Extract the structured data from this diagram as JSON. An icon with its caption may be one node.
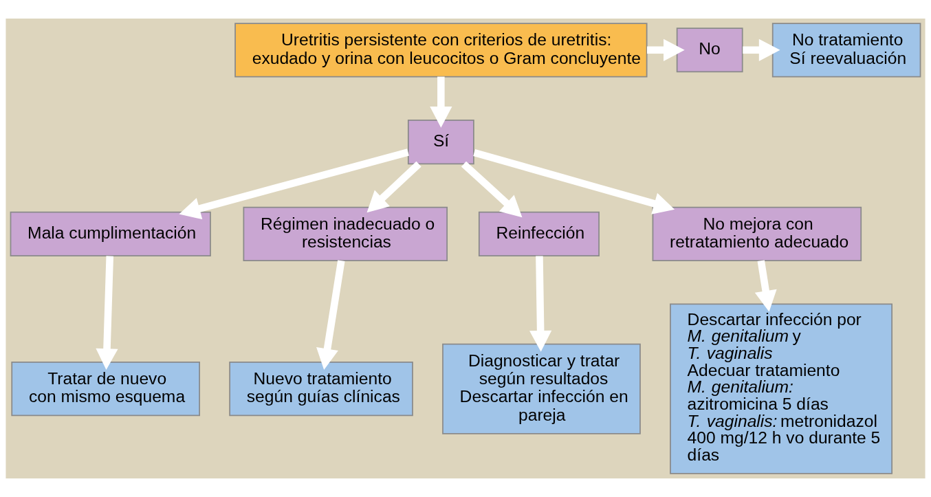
{
  "diagram": {
    "nodes": [
      {
        "text": [
          "Uretritis persistente con criterios de uretritis: exudado y orina con leucocitos o Gram concluyente"
        ]
      },
      {
        "text": [
          "No"
        ]
      },
      {
        "text": [
          "No tratamiento Sí reevaluación"
        ]
      },
      {
        "text": [
          "Sí"
        ]
      },
      {
        "text": [
          "Mala cumplimentación"
        ]
      },
      {
        "text": [
          "Régimen inadecuado o resistencias"
        ]
      },
      {
        "text": [
          "Reinfección"
        ]
      },
      {
        "text": [
          "No mejora con retratamiento adecuado"
        ]
      },
      {
        "text": [
          "Tratar de nuevo con mismo esquema"
        ]
      },
      {
        "text": [
          "Nuevo tratamiento según guías clínicas"
        ]
      },
      {
        "text": [
          "Diagnosticar y tratar según resultados Descartar infección en pareja"
        ]
      },
      {
        "text": [
          "Descartar infección por *M. genitalium* y *T. vaginalis*",
          "Adecuar tratamiento *M. genitalium:* azitromicina 5 días *T. vaginalis:* metronidazol 400 mg/12 h vo durante 5 días"
        ]
      }
    ],
    "edges": [
      {
        "from": 0,
        "to": 1,
        "arrow": "to"
      },
      {
        "from": 1,
        "to": 2,
        "arrow": "to"
      },
      {
        "from": 0,
        "to": 3,
        "arrow": "to"
      },
      {
        "from": 3,
        "to": 4,
        "arrow": "to"
      },
      {
        "from": 3,
        "to": 5,
        "arrow": "to"
      },
      {
        "from": 3,
        "to": 6,
        "arrow": "to"
      },
      {
        "from": 3,
        "to": 7,
        "arrow": "to"
      },
      {
        "from": 4,
        "to": 8,
        "arrow": "to"
      },
      {
        "from": 5,
        "to": 9,
        "arrow": "to"
      },
      {
        "from": 6,
        "to": 10,
        "arrow": "to"
      },
      {
        "from": 7,
        "to": 11,
        "arrow": "to"
      }
    ]
  }
}
